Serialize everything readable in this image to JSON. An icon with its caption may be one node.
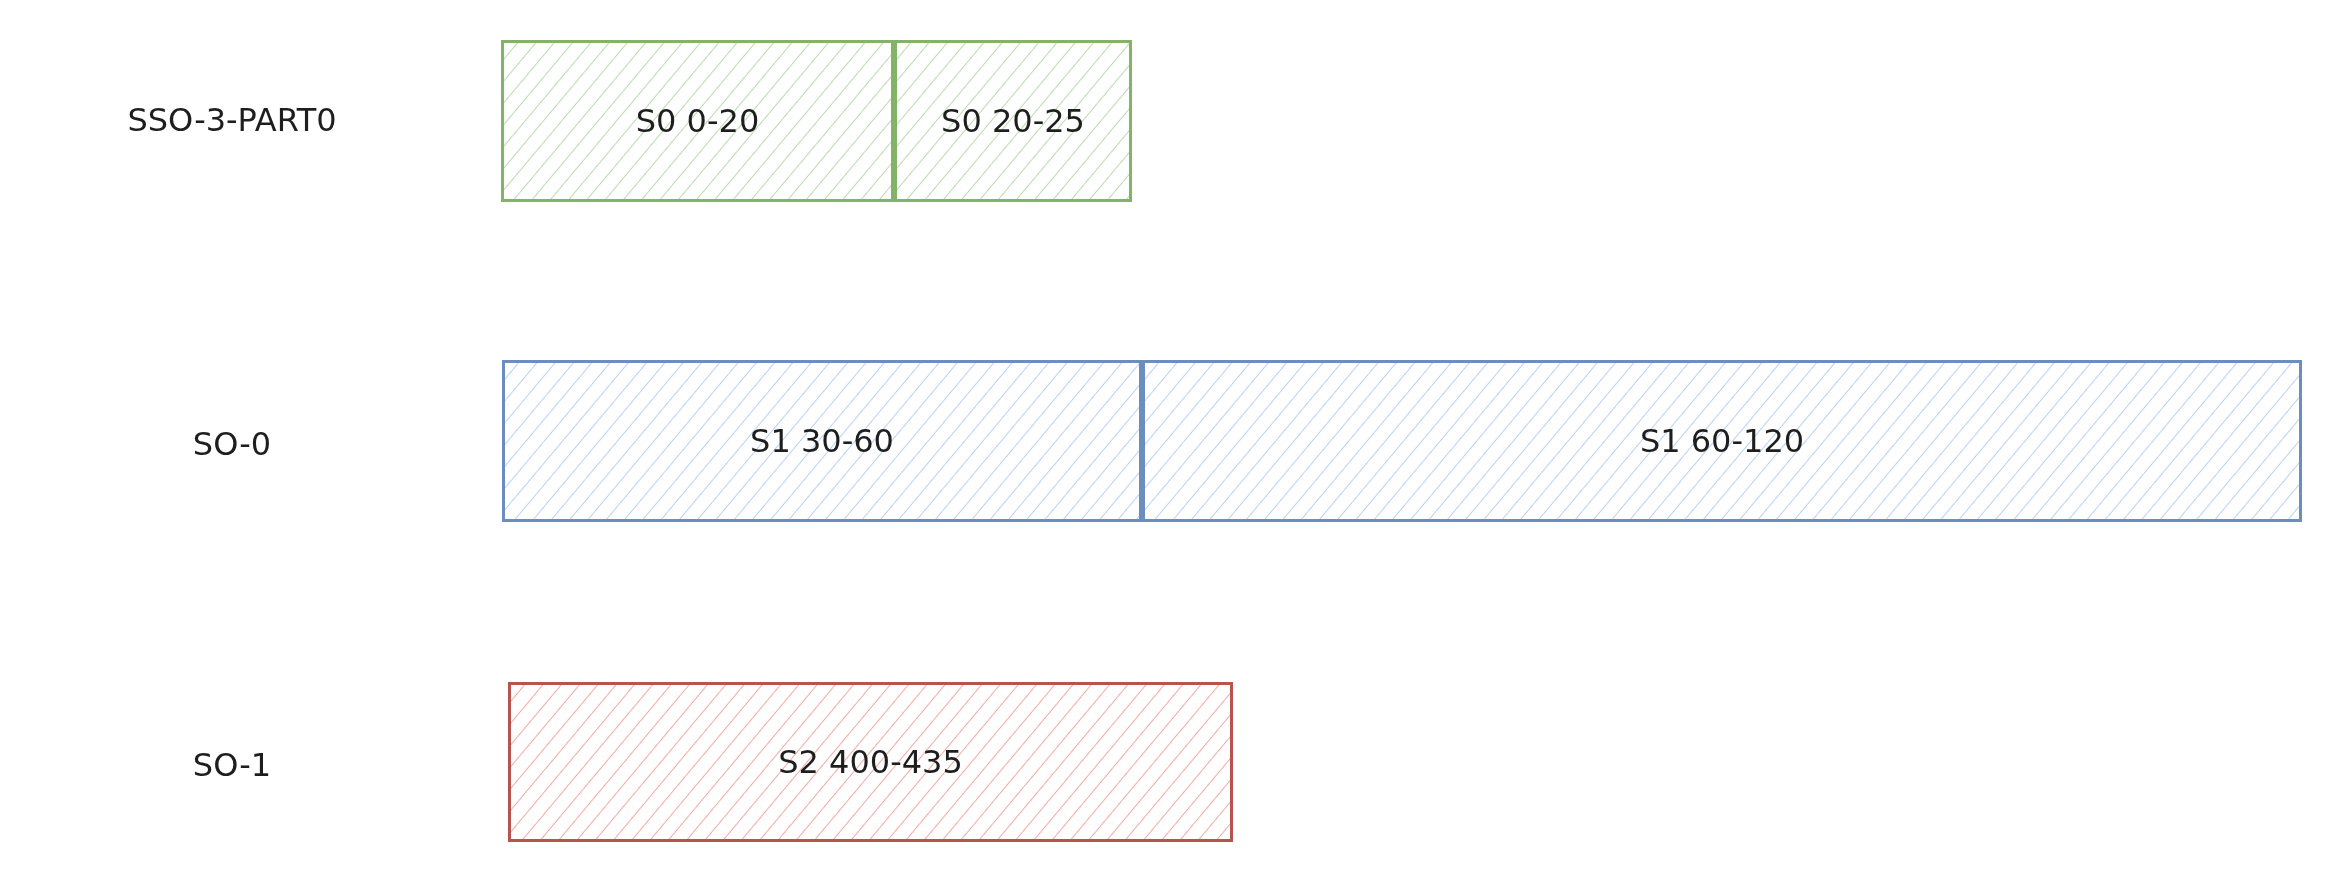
{
  "diagram": {
    "nodes": [
      {
        "text": [
          "S0 0-20"
        ]
      },
      {
        "text": [
          "S0 20-25"
        ]
      },
      {
        "text": [
          "S1 30-60"
        ]
      },
      {
        "text": [
          "S1 60-120"
        ]
      },
      {
        "text": [
          "S2 400-435"
        ]
      }
    ],
    "labels": [
      "SSO-3-PART0",
      "SO-0",
      "SO-1"
    ]
  }
}
